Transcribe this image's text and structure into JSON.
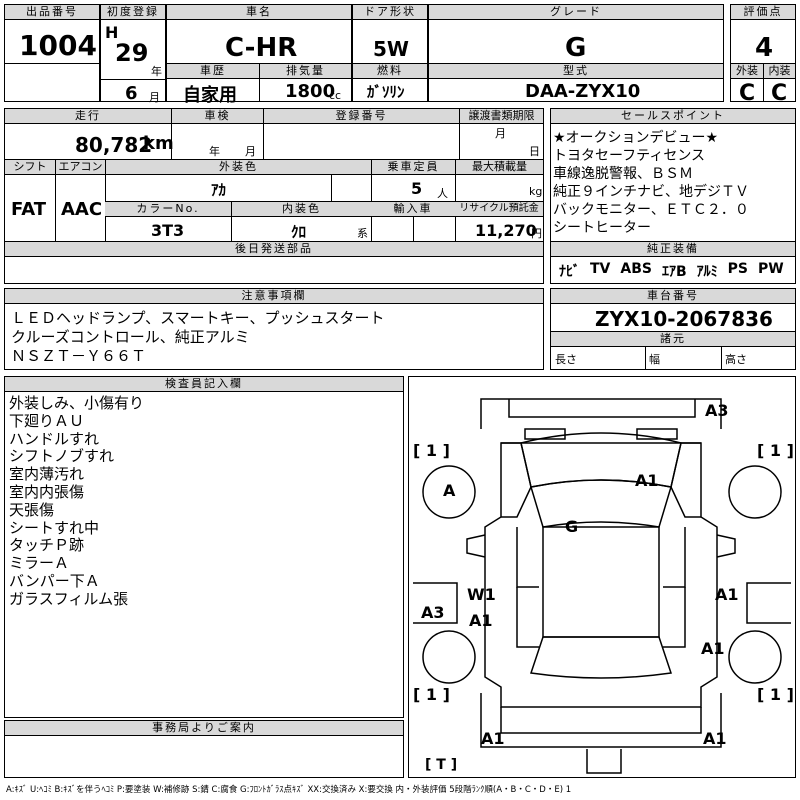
{
  "sheet": {
    "lot_label": "出品番号",
    "lot_number": "1004",
    "first_reg_label": "初度登録",
    "era": "H",
    "year": "29",
    "year_unit": "年",
    "month": "6",
    "month_unit": "月",
    "car_name_label": "車名",
    "car_name": "C-HR",
    "history_label": "車歴",
    "history": "自家用",
    "displacement_label": "排気量",
    "displacement": "1800",
    "displacement_unit": "cc",
    "door_label": "ドア形状",
    "door": "5W",
    "fuel_label": "燃料",
    "fuel": "ｶﾞｿﾘﾝ",
    "grade_label": "グレード",
    "grade": "G",
    "model_label": "型式",
    "model": "DAA-ZYX10",
    "score_label": "評価点",
    "score": "4",
    "exterior_label": "外装",
    "exterior": "C",
    "interior_label": "内装",
    "interior": "C"
  },
  "row2": {
    "mileage_label": "走行",
    "mileage": "80,782",
    "mileage_unit": "km",
    "inspection_label": "車検",
    "insp_year_unit": "年",
    "insp_month_unit": "月",
    "reg_number_label": "登録番号",
    "transfer_label": "譲渡書類期限",
    "transfer_month_unit": "月",
    "transfer_day_unit": "日",
    "shift_label": "シフト",
    "shift": "FAT",
    "ac_label": "エアコン",
    "ac": "AAC",
    "ext_color_label": "外装色",
    "ext_color": "ｱｶ",
    "capacity_label": "乗車定員",
    "capacity": "5",
    "capacity_unit": "人",
    "max_load_label": "最大積載量",
    "max_load_unit": "kg",
    "color_no_label": "カラーNo.",
    "color_no": "3T3",
    "int_color_label": "内装色",
    "int_color": "ｸﾛ",
    "int_color_unit": "系",
    "import_label": "輸入車",
    "recycle_label": "リサイクル預託金",
    "recycle": "11,270",
    "recycle_unit": "円",
    "later_parts_label": "後日発送部品"
  },
  "sales": {
    "label": "セールスポイント",
    "lines": [
      "★オークションデビュー★",
      "トヨタセーフティセンス",
      "車線逸脱警報、ＢＳＭ",
      "純正９インチナビ、地デジＴＶ",
      "バックモニター、ＥＴＣ２．０",
      "シートヒーター"
    ],
    "genuine_label": "純正装備",
    "equipment": [
      "ﾅﾋﾞ",
      "TV",
      "ABS",
      "ｴｱB",
      "ｱﾙﾐ",
      "PS",
      "PW"
    ]
  },
  "caution": {
    "label": "注意事項欄",
    "lines": [
      "ＬＥＤヘッドランプ、スマートキー、プッシュスタート",
      "クルーズコントロール、純正アルミ",
      "ＮＳＺＴ－Ｙ６６Ｔ"
    ]
  },
  "chassis": {
    "label": "車台番号",
    "number": "ZYX10-2067836",
    "spec_label": "諸元",
    "length_label": "長さ",
    "width_label": "幅",
    "height_label": "高さ"
  },
  "inspector": {
    "label": "検査員記入欄",
    "lines": [
      "外装しみ、小傷有り",
      "下廻りＡＵ",
      "ハンドルすれ",
      "シフトノブすれ",
      "室内薄汚れ",
      "室内内張傷",
      "天張傷",
      "シートすれ中",
      "タッチＰ跡",
      "ミラーＡ",
      "バンパー下Ａ",
      "ガラスフィルム張"
    ]
  },
  "office": {
    "label": "事務局よりご案内"
  },
  "diagram": {
    "tire_fl": "[ 1 ]",
    "tire_fr": "[ 1 ]",
    "tire_rl": "[ 1 ]",
    "tire_rr": "[ 1 ]",
    "tire_t": "[ T ]",
    "mark_a3_top": "A3",
    "mark_a_left": "A",
    "mark_a1_hood": "A1",
    "mark_g": "G",
    "mark_w1": "W1",
    "mark_a1_left_door": "A1",
    "mark_a3_left": "A3",
    "mark_a1_right_door": "A1",
    "mark_a1_right_wheel": "A1",
    "mark_a1_bl": "A1",
    "mark_a1_br": "A1"
  },
  "legend": "A:ｷｽﾞ U:ﾍｺﾐ B:ｷｽﾞを伴うﾍｺﾐ P:要塗装 W:補修跡 S:錆 C:腐食 G:ﾌﾛﾝﾄｶﾞﾗｽ点ｷｽﾞ XX:交換済み X:要交換 内・外装評価 5段階ﾗﾝｸ順(A・B・C・D・E) 1"
}
